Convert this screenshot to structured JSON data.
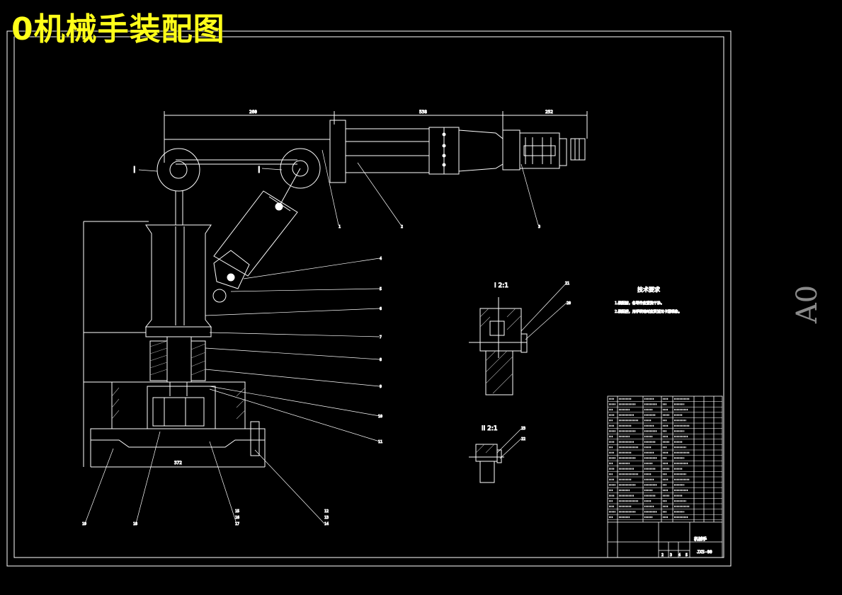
{
  "drawing": {
    "title": "0机械手装配图",
    "sheet_size": "A0",
    "dimensions": {
      "arm_left": "260",
      "arm_mid": "538",
      "arm_right": "252",
      "base_width": "372"
    },
    "section_views": [
      {
        "label": "I 2:1",
        "callouts": [
          "21",
          "20"
        ]
      },
      {
        "label": "II 2:1",
        "callouts": [
          "23",
          "22"
        ]
      }
    ],
    "view_markers": [
      "I",
      "I"
    ],
    "callouts_top": [
      "1",
      "2",
      "3"
    ],
    "callouts_right": [
      "4",
      "5",
      "6",
      "7",
      "8",
      "9",
      "10",
      "11"
    ],
    "callouts_bottom": [
      "12",
      "13",
      "14",
      "15",
      "16",
      "17",
      "18",
      "19"
    ],
    "tech_requirements": {
      "heading": "技术要求",
      "lines": [
        "1.装配前，各零件应清洗干净。",
        "2.装配后，用手转动时应灵活无卡滞现象。"
      ]
    },
    "title_block": {
      "name": "机械手",
      "code": "JXS-00",
      "scale_cells": [
        "2",
        "3",
        "4",
        "5"
      ]
    },
    "colors": {
      "title": "#ffff1a",
      "line": "#ffffff",
      "background": "#000000"
    }
  }
}
